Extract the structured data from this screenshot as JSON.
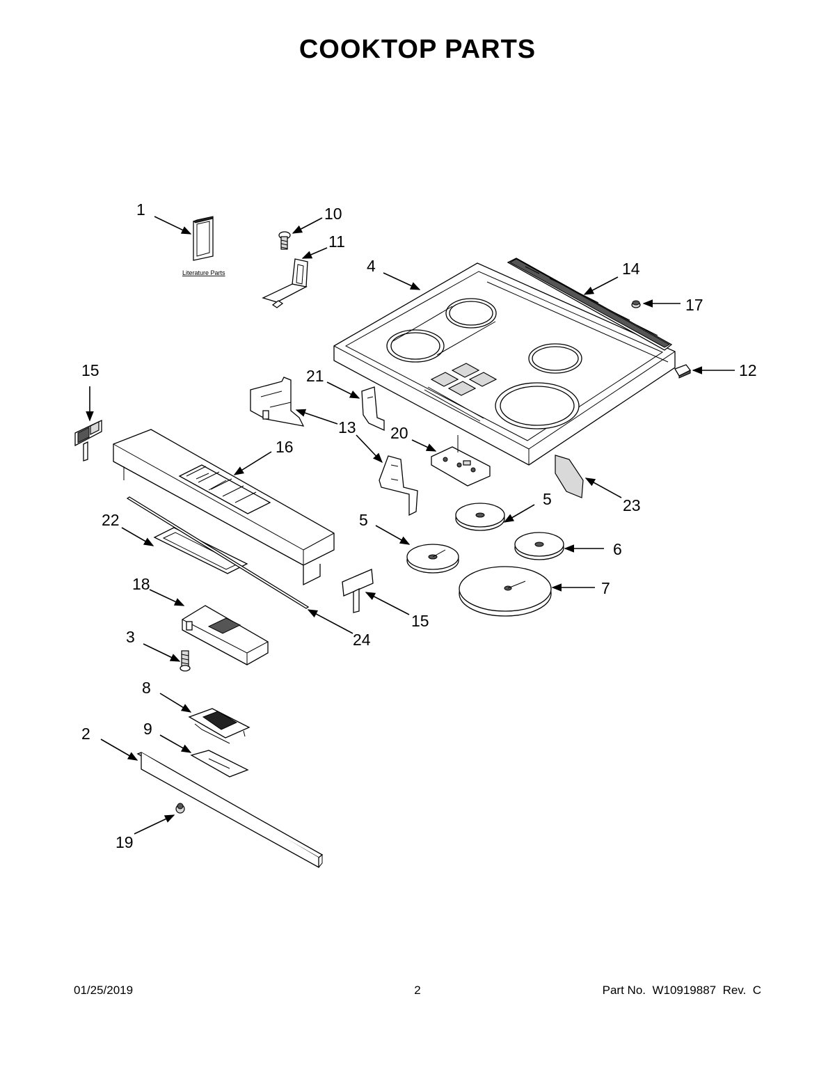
{
  "title": "COOKTOP PARTS",
  "literature_label": "Literature Parts",
  "callouts": {
    "c1": "1",
    "c10": "10",
    "c11": "11",
    "c4": "4",
    "c14": "14",
    "c17": "17",
    "c15a": "15",
    "c21": "21",
    "c12": "12",
    "c13": "13",
    "c20": "20",
    "c16": "16",
    "c23": "23",
    "c5a": "5",
    "c5b": "5",
    "c22": "22",
    "c6": "6",
    "c7": "7",
    "c18": "18",
    "c15b": "15",
    "c3": "3",
    "c24": "24",
    "c8": "8",
    "c9": "9",
    "c2": "2",
    "c19": "19"
  },
  "footer": {
    "date": "01/25/2019",
    "page": "2",
    "part_no": "Part No.  W10919887  Rev.  C"
  }
}
